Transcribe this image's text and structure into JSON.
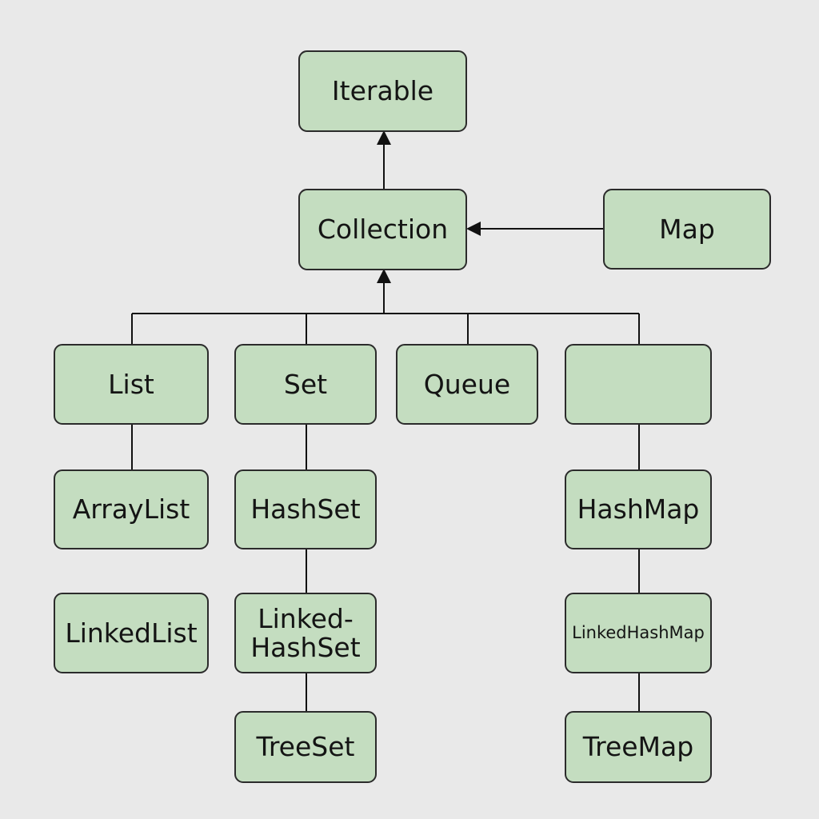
{
  "diagram": {
    "nodes": {
      "iterable": "Iterable",
      "collection": "Collection",
      "map": "Map",
      "list": "List",
      "set": "Set",
      "queue": "Queue",
      "map_branch": "",
      "arraylist": "ArrayList",
      "linkedlist": "LinkedList",
      "hashset": "HashSet",
      "linkedhashset": "Linked-\nHashSet",
      "treeset": "TreeSet",
      "hashmap": "HashMap",
      "linkedhashmap": "LinkedHashMap",
      "treemap": "TreeMap"
    },
    "colors": {
      "background": "#e9e9e9",
      "node_fill": "#c4ddc0",
      "border": "#2b2b2b",
      "text": "#141414"
    }
  }
}
